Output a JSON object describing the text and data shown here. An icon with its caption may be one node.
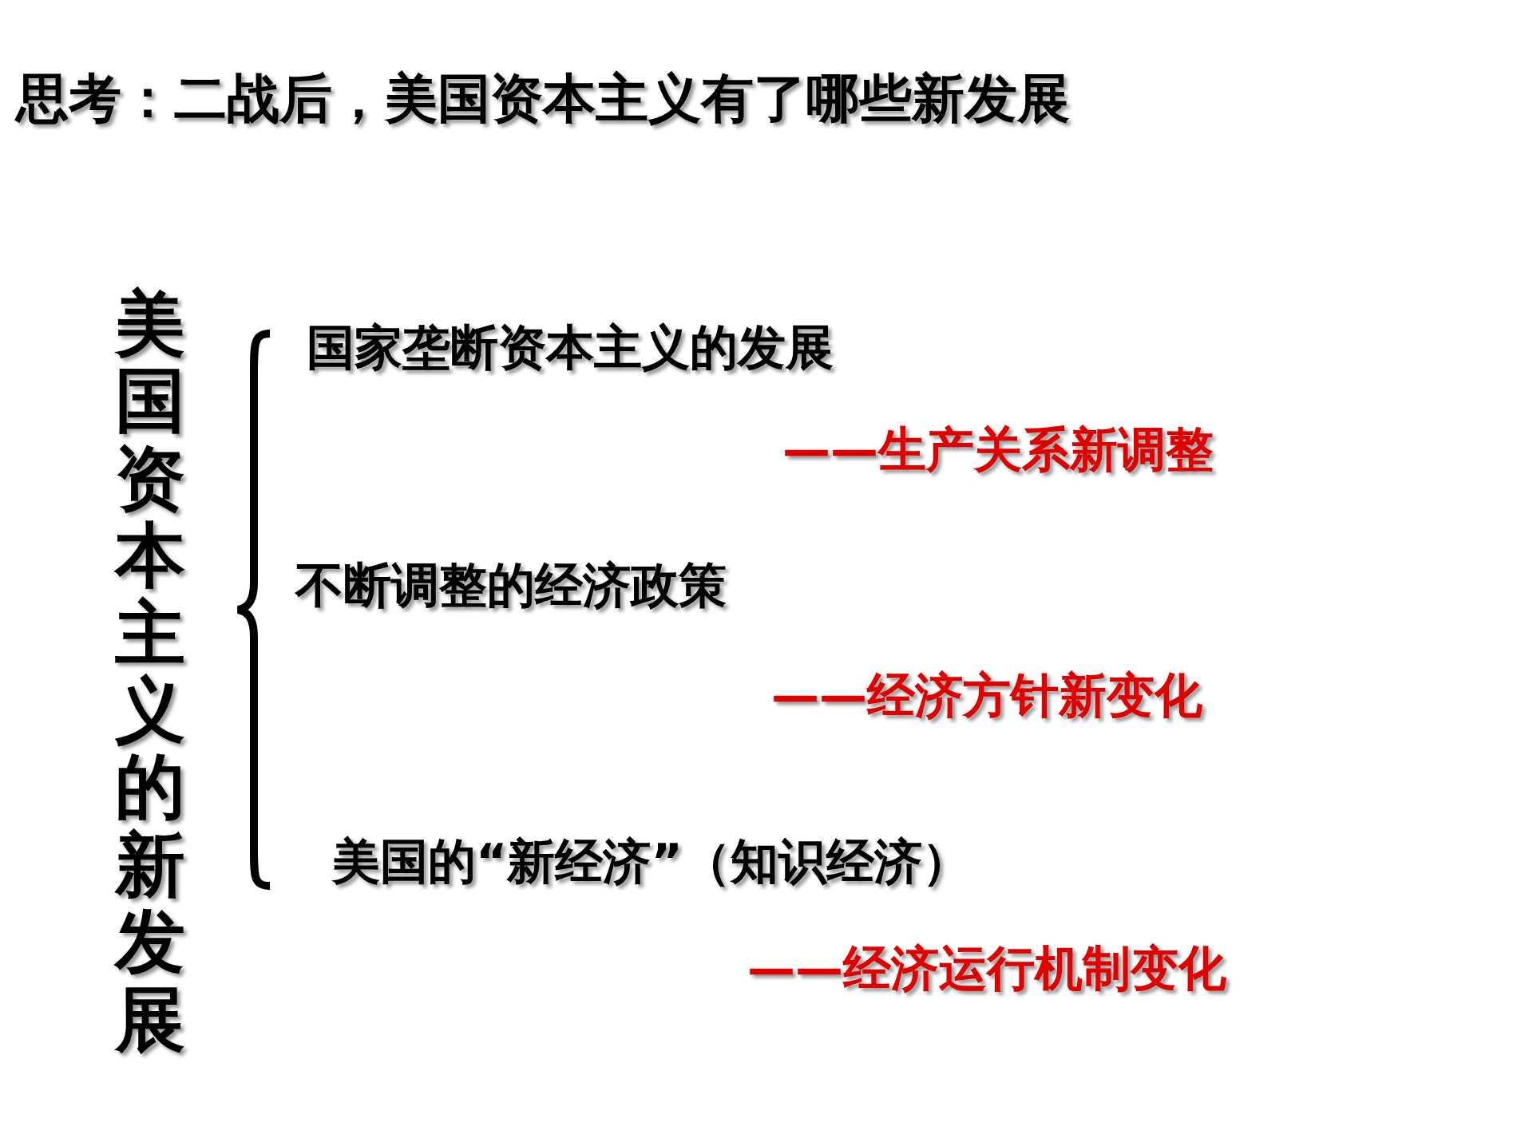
{
  "diagram": {
    "title": "思考：二战后，美国资本主义有了哪些新发展",
    "nodes": [
      {
        "text": [
          "美国资本主义的新发展"
        ]
      },
      {
        "text": [
          "国家垄断资本主义的发展",
          "——生产关系新调整"
        ]
      },
      {
        "text": [
          "不断调整的经济政策",
          "——经济方针新变化"
        ]
      },
      {
        "text": [
          "美国的“新经济”（知识经济）",
          "——经济运行机制变化"
        ]
      }
    ]
  }
}
